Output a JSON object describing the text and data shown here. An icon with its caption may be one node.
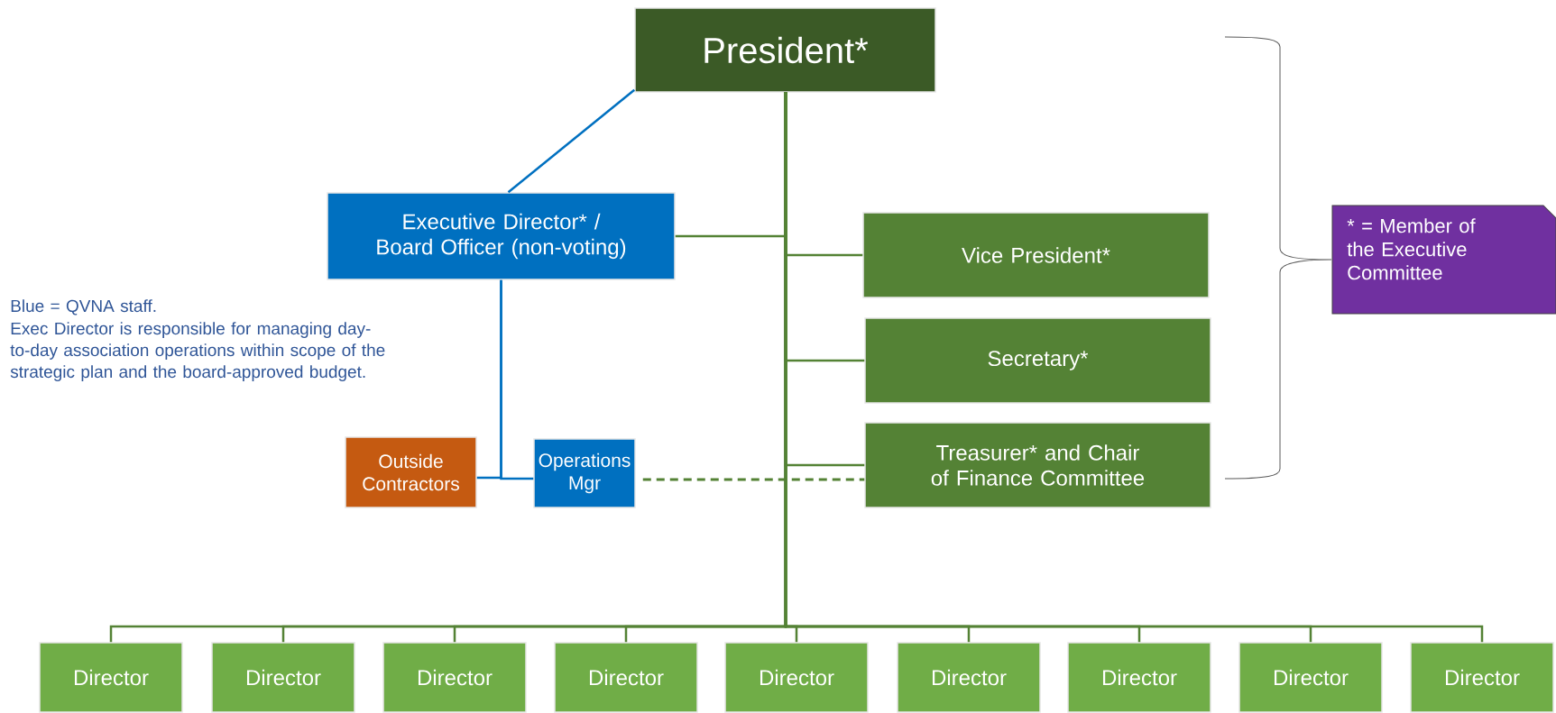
{
  "diagram": {
    "nodes": [
      {
        "text": [
          "President*"
        ]
      },
      {
        "text": [
          "Executive Director* / Board Officer (non-voting)"
        ]
      },
      {
        "text": [
          "Vice President*"
        ]
      },
      {
        "text": [
          "Secretary*"
        ]
      },
      {
        "text": [
          "Treasurer* and Chair of Finance Committee"
        ]
      },
      {
        "text": [
          "Outside Contractors"
        ]
      },
      {
        "text": [
          "Operations Mgr"
        ]
      },
      {
        "text": [
          "Director"
        ]
      },
      {
        "text": [
          "Director"
        ]
      },
      {
        "text": [
          "Director"
        ]
      },
      {
        "text": [
          "Director"
        ]
      },
      {
        "text": [
          "Director"
        ]
      },
      {
        "text": [
          "Director"
        ]
      },
      {
        "text": [
          "Director"
        ]
      },
      {
        "text": [
          "Director"
        ]
      },
      {
        "text": [
          "Director"
        ]
      },
      {
        "text": [
          "* = Member of the Executive Committee"
        ]
      }
    ],
    "edges": [
      {
        "from": 0,
        "to": 1,
        "arrow": "none",
        "color": "#0070c0"
      },
      {
        "from": 0,
        "to": 1,
        "arrow": "none"
      },
      {
        "from": 0,
        "to": 2,
        "arrow": "none"
      },
      {
        "from": 0,
        "to": 3,
        "arrow": "none"
      },
      {
        "from": 0,
        "to": 4,
        "arrow": "none"
      },
      {
        "from": 1,
        "to": 5,
        "arrow": "none",
        "color": "#0070c0"
      },
      {
        "from": 1,
        "to": 6,
        "arrow": "none",
        "color": "#0070c0"
      },
      {
        "from": 6,
        "to": 4,
        "arrow": "none",
        "style": "dashed"
      },
      {
        "from": 0,
        "to": 7,
        "arrow": "none"
      },
      {
        "from": 0,
        "to": 8,
        "arrow": "none"
      },
      {
        "from": 0,
        "to": 9,
        "arrow": "none"
      },
      {
        "from": 0,
        "to": 10,
        "arrow": "none"
      },
      {
        "from": 0,
        "to": 11,
        "arrow": "none"
      },
      {
        "from": 0,
        "to": 12,
        "arrow": "none"
      },
      {
        "from": 0,
        "to": 13,
        "arrow": "none"
      },
      {
        "from": 0,
        "to": 14,
        "arrow": "none"
      },
      {
        "from": 0,
        "to": 15,
        "arrow": "none"
      }
    ],
    "labels": [
      "Blue = QVNA staff.",
      "Exec Director is responsible for managing day-to-day association operations within scope of the strategic plan and  the board-approved budget."
    ]
  }
}
